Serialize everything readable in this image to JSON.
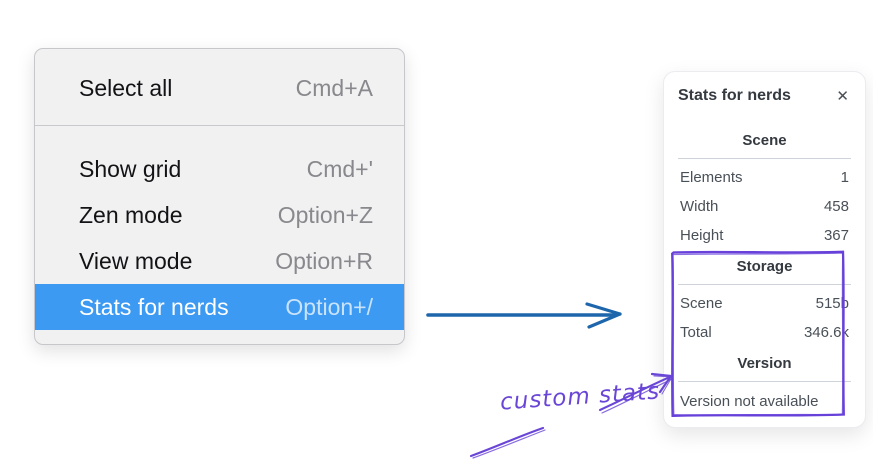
{
  "menu": {
    "items": [
      {
        "label": "Select all",
        "shortcut": "Cmd+A"
      },
      {
        "label": "Show grid",
        "shortcut": "Cmd+'"
      },
      {
        "label": "Zen mode",
        "shortcut": "Option+Z"
      },
      {
        "label": "View mode",
        "shortcut": "Option+R"
      },
      {
        "label": "Stats for nerds",
        "shortcut": "Option+/"
      }
    ],
    "selected_item": "Stats for nerds"
  },
  "stats_panel": {
    "title": "Stats for nerds",
    "close_icon": "✕",
    "sections": [
      {
        "heading": "Scene",
        "rows": [
          {
            "label": "Elements",
            "value": "1"
          },
          {
            "label": "Width",
            "value": "458"
          },
          {
            "label": "Height",
            "value": "367"
          }
        ]
      },
      {
        "heading": "Storage",
        "rows": [
          {
            "label": "Scene",
            "value": "515b"
          },
          {
            "label": "Total",
            "value": "346.6k"
          }
        ]
      },
      {
        "heading": "Version",
        "note": "Version not available"
      }
    ]
  },
  "annotation": {
    "label": "custom stats"
  },
  "colors": {
    "menu_highlight": "#3d9af2",
    "flow_arrow_blue": "#1e66ac",
    "annotation_purple": "#6a46d6",
    "box_purple": "#6741d9"
  }
}
